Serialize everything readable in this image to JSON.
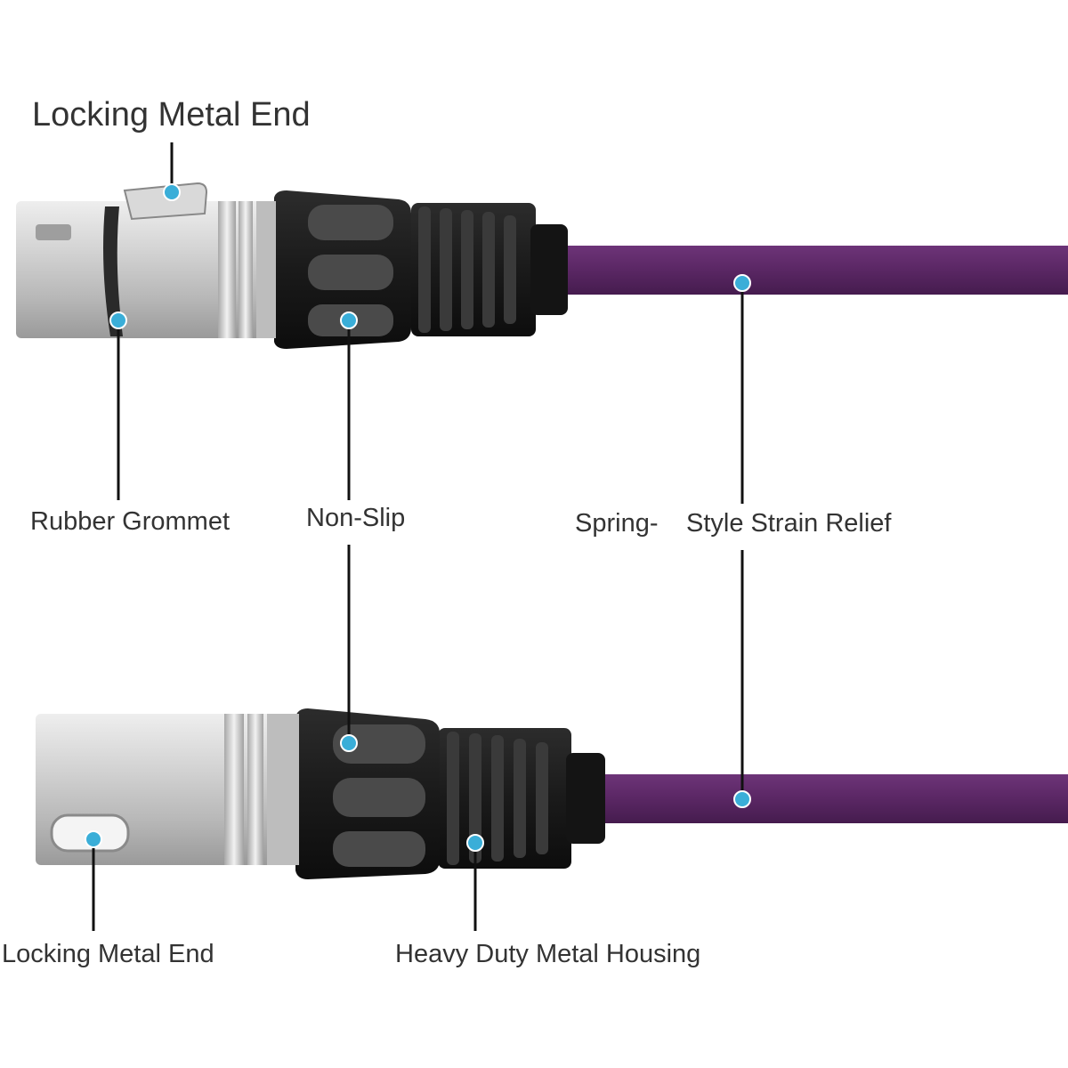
{
  "labels": {
    "locking_metal_end_top": "Locking Metal End",
    "rubber_grommet": "Rubber Grommet",
    "non_slip": "Non-Slip",
    "spring_prefix": "Spring-",
    "style_strain_relief": "Style Strain Relief",
    "locking_metal_end_bottom": "Locking Metal End",
    "heavy_duty_metal_housing": "Heavy Duty Metal Housing"
  },
  "colors": {
    "cable": "#5c2866",
    "marker": "#3aaed8",
    "rubber": "#1b1b1b",
    "metal": "#c9c9c9",
    "leader_line": "#111111"
  }
}
